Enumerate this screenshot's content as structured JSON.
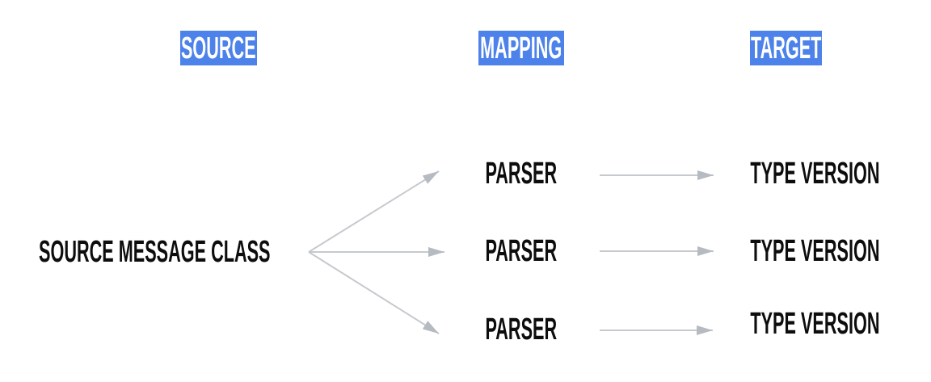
{
  "colors": {
    "header_bg": "#4d82ea",
    "header_text": "#ffffff",
    "node_text": "#0d0d0d",
    "arrow": "#c6cace",
    "arrowhead": "#b6bac1",
    "background": "#ffffff"
  },
  "headers": [
    {
      "label": "SOURCE"
    },
    {
      "label": "MAPPING"
    },
    {
      "label": "TARGET"
    }
  ],
  "diagram": {
    "source_node": "SOURCE MESSAGE CLASS",
    "rows": [
      {
        "parser": "PARSER",
        "target": "TYPE VERSION"
      },
      {
        "parser": "PARSER",
        "target": "TYPE VERSION"
      },
      {
        "parser": "PARSER",
        "target": "TYPE VERSION"
      }
    ],
    "edges": [
      {
        "from": "source-message-class",
        "to": "parser-1"
      },
      {
        "from": "source-message-class",
        "to": "parser-2"
      },
      {
        "from": "source-message-class",
        "to": "parser-3"
      },
      {
        "from": "parser-1",
        "to": "type-version-1"
      },
      {
        "from": "parser-2",
        "to": "type-version-2"
      },
      {
        "from": "parser-3",
        "to": "type-version-3"
      }
    ]
  }
}
